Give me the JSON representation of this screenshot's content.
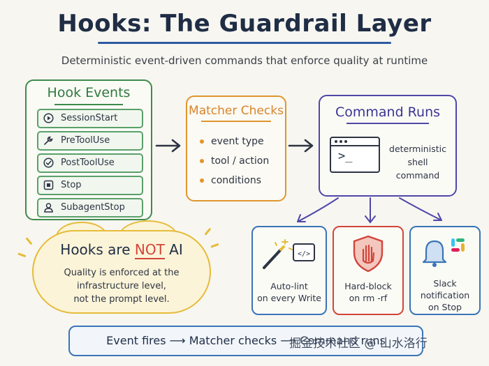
{
  "title": "Hooks: The Guardrail Layer",
  "subtitle": "Deterministic event-driven commands that enforce quality at runtime",
  "hook_events": {
    "title": "Hook Events",
    "items": [
      {
        "label": "SessionStart",
        "icon": "play-icon"
      },
      {
        "label": "PreToolUse",
        "icon": "wrench-icon"
      },
      {
        "label": "PostToolUse",
        "icon": "check-circle-icon"
      },
      {
        "label": "Stop",
        "icon": "stop-icon"
      },
      {
        "label": "SubagentStop",
        "icon": "person-icon"
      }
    ]
  },
  "matcher": {
    "title": "Matcher Checks",
    "items": [
      "event type",
      "tool / action",
      "conditions"
    ]
  },
  "command": {
    "title": "Command Runs",
    "terminal_prompt": ">_",
    "line1": "deterministic",
    "line2": "shell command"
  },
  "outcomes": [
    {
      "line1": "Auto-lint",
      "line2": "on every Write",
      "icon": "magic-wand-code-icon"
    },
    {
      "line1": "Hard-block",
      "line2": "on rm -rf",
      "icon": "shield-hand-icon"
    },
    {
      "line1": "Slack",
      "line2": "notification",
      "line3": "on Stop",
      "icon": "bell-slack-icon"
    }
  ],
  "callout": {
    "title_before": "Hooks are ",
    "title_emph": "NOT",
    "title_after": " AI",
    "line1": "Quality is enforced at the",
    "line2": "infrastructure level,",
    "line3": "not the prompt level."
  },
  "flow": {
    "text": "Event fires ⟶ Matcher checks ⟶ Command runs"
  },
  "watermark": "掘金技术社区 @ 山水洛行",
  "colors": {
    "events": "#3f8a4b",
    "matcher": "#e0962e",
    "command": "#4f47a8",
    "outcome_blue": "#3a74b8",
    "outcome_red": "#d2453a",
    "callout": "#e6bb3a"
  }
}
